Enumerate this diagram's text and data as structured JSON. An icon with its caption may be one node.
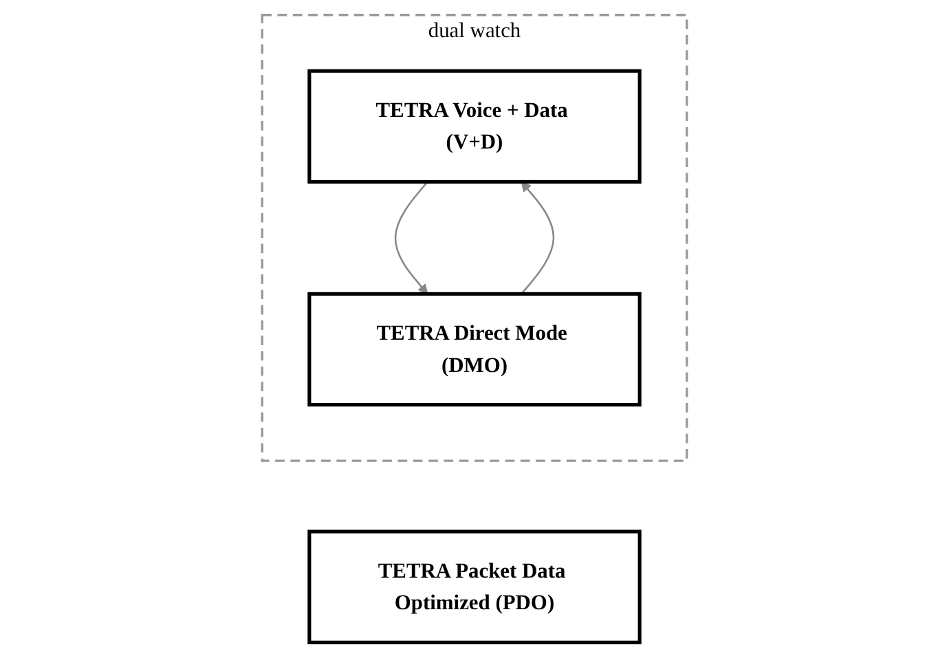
{
  "diagram": {
    "nodes": [
      {
        "text": [
          "dual watch"
        ]
      },
      {
        "text": [
          "TETRA Voice + Data (V+D)"
        ],
        "in": 0
      },
      {
        "text": [
          "TETRA Direct Mode (DMO)"
        ],
        "in": 0
      },
      {
        "text": [
          "TETRA Packet Data Optimized (PDO)"
        ]
      }
    ],
    "edges": [
      {
        "from": 2,
        "to": 1,
        "arrow": "to"
      },
      {
        "from": 1,
        "to": 2,
        "arrow": "to"
      }
    ]
  }
}
